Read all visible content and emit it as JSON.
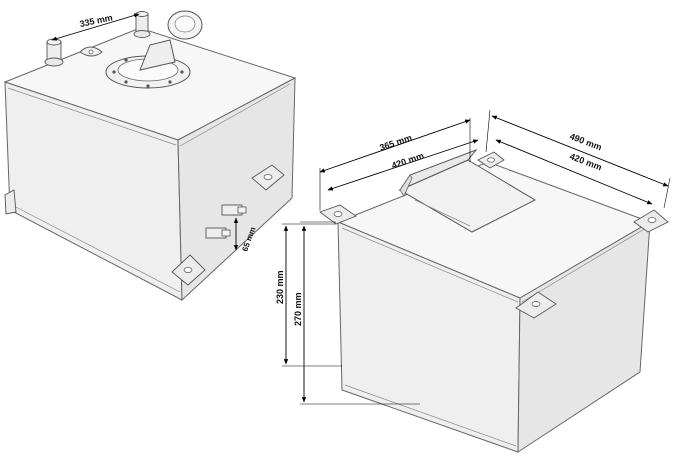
{
  "dimensions": {
    "left_top_fitting_spacing": "335 mm",
    "left_side_fitting_spacing": "65 mm",
    "top_depth_outer": "365 mm",
    "top_depth_inner": "420 mm",
    "top_width_outer": "490 mm",
    "top_width_inner": "420 mm",
    "height_body": "230 mm",
    "height_total": "270 mm"
  },
  "colors": {
    "line": "#555555",
    "dimension": "#000000",
    "background": "#ffffff"
  }
}
